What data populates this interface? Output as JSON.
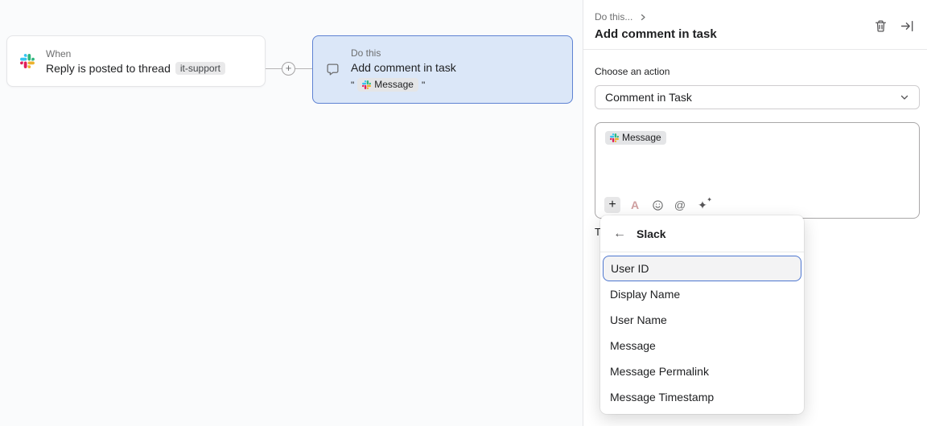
{
  "canvas": {
    "when_card": {
      "label": "When",
      "title": "Reply is posted to thread",
      "tag": "it-support"
    },
    "connector": {
      "add_label": "+"
    },
    "do_card": {
      "label": "Do this",
      "title": "Add comment in task",
      "quote_open": "\"",
      "pill_label": "Message",
      "quote_close": "\""
    }
  },
  "panel": {
    "breadcrumb": "Do this...",
    "title": "Add comment in task",
    "action_label": "Choose an action",
    "action_value": "Comment in Task",
    "editor": {
      "pill_label": "Message",
      "toolbar": {
        "insert": "+",
        "format": "A",
        "mention": "@",
        "ai": "✦",
        "ai_mini": "✦"
      }
    },
    "partial_text": "T",
    "dropdown": {
      "back_glyph": "←",
      "header": "Slack",
      "selected_index": 0,
      "items": [
        "User ID",
        "Display Name",
        "User Name",
        "Message",
        "Message Permalink",
        "Message Timestamp"
      ]
    }
  },
  "colors": {
    "accent_blue": "#4573d2",
    "selected_card_bg": "#dbe7f8",
    "selected_card_border": "#5e82d3",
    "canvas_bg": "#fafbfc",
    "pill_bg": "#e4e5e7",
    "slack": {
      "blue": "#36c5f0",
      "green": "#2eb67d",
      "yellow": "#ecb22e",
      "red": "#e01e5a"
    }
  },
  "icons": {
    "slack_logo": "slack-logo",
    "plus_connector": "circle-plus",
    "comment_bubble": "speech-bubble-outline",
    "breadcrumb_chevron": "chevron-right",
    "trash": "trash-outline",
    "collapse_panel": "arrow-to-right-bar",
    "select_chevron": "chevron-down",
    "toolbar_emoji": "smiley-outline",
    "back_arrow": "arrow-left"
  }
}
